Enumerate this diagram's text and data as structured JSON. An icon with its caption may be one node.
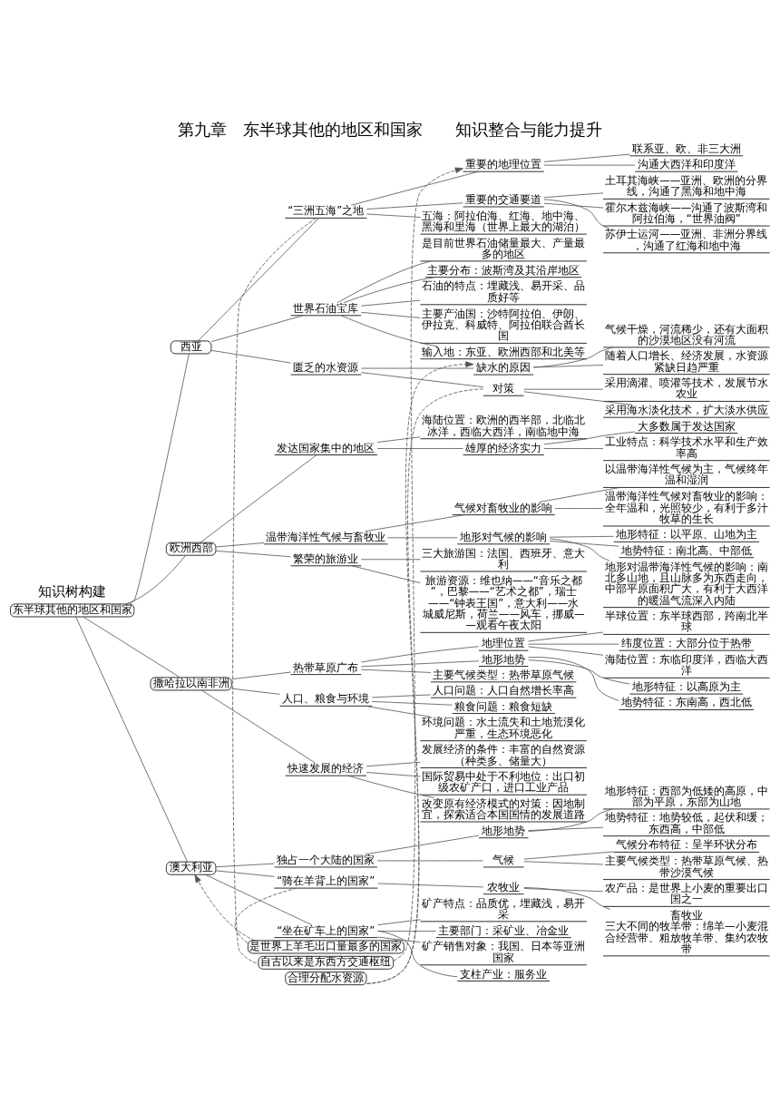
{
  "diagram": {
    "title": "第九章　东半球其他的地区和国家　　知识整合与能力提升",
    "nodes": [
      {
        "text": [
          "东半球其他的地区和国家"
        ]
      },
      {
        "text": [
          "西亚"
        ]
      },
      {
        "text": [
          "“三洲五海”之地"
        ]
      },
      {
        "text": [
          "自古以来是东西方交通枢纽"
        ]
      },
      {
        "text": [
          "重要的地理位置"
        ]
      },
      {
        "text": [
          "联系亚、欧、非三大洲"
        ]
      },
      {
        "text": [
          "沟通大西洋和印度洋"
        ]
      },
      {
        "text": [
          "重要的交通要道"
        ]
      },
      {
        "text": [
          "土耳其海峡——亚洲、欧洲的分界线，沟通了黑海和地中海"
        ]
      },
      {
        "text": [
          "霍尔木兹海峡——沟通了波斯湾和阿拉伯海，“世界油阀”"
        ]
      },
      {
        "text": [
          "苏伊士运河——亚洲、非洲分界线，沟通了红海和地中海"
        ]
      },
      {
        "text": [
          "五海：阿拉伯海、红海、地中海、黑海和里海（世界上最大的湖泊）"
        ]
      },
      {
        "text": [
          "世界石油宝库"
        ]
      },
      {
        "text": [
          "是目前世界石油储量最大、产量最多的地区"
        ]
      },
      {
        "text": [
          "主要分布：波斯湾及其沿岸地区"
        ]
      },
      {
        "text": [
          "石油的特点：埋藏浅、易开采、品质好等"
        ]
      },
      {
        "text": [
          "主要产油国：沙特阿拉伯、伊朗、伊拉克、科威特、阿拉伯联合酋长国"
        ]
      },
      {
        "text": [
          "输入地：东亚、欧洲西部和北美等"
        ]
      },
      {
        "text": [
          "匮乏的水资源"
        ]
      },
      {
        "text": [
          "合理分配水资源"
        ]
      },
      {
        "text": [
          "缺水的原因"
        ]
      },
      {
        "text": [
          "气候干燥，河流稀少，还有大面积的沙漠地区没有河流"
        ]
      },
      {
        "text": [
          "随着人口增长、经济发展，水资源紧缺日趋严重"
        ]
      },
      {
        "text": [
          "对策"
        ]
      },
      {
        "text": [
          "采用滴灌、喷灌等技术，发展节水农业"
        ]
      },
      {
        "text": [
          "采用海水淡化技术，扩大淡水供应"
        ]
      },
      {
        "text": [
          "欧洲西部"
        ]
      },
      {
        "text": [
          "发达国家集中的地区"
        ]
      },
      {
        "text": [
          "海陆位置：欧洲的西半部，北临北冰洋，西临大西洋，南临地中海"
        ]
      },
      {
        "text": [
          "雄厚的经济实力"
        ]
      },
      {
        "text": [
          "大多数属于发达国家"
        ]
      },
      {
        "text": [
          "工业特点：科学技术水平和生产效率高"
        ]
      },
      {
        "text": [
          "温带海洋性气候与畜牧业"
        ]
      },
      {
        "text": [
          "气候对畜牧业的影响"
        ]
      },
      {
        "text": [
          "以温带海洋性气候为主，气候终年温和湿润"
        ]
      },
      {
        "text": [
          "温带海洋性气候对畜牧业的影响：全年温和，光照较少，有利于多汁牧草的生长"
        ]
      },
      {
        "text": [
          "地形对气候的影响"
        ]
      },
      {
        "text": [
          "地形特征：以平原、山地为主"
        ]
      },
      {
        "text": [
          "地势特征：南北高、中部低"
        ]
      },
      {
        "text": [
          "地形对温带海洋性气候的影响：南北多山地，且山脉多为东西走向，中部平原面积广大，有利于大西洋的暖温气流深入内陆"
        ]
      },
      {
        "text": [
          "繁荣的旅游业"
        ]
      },
      {
        "text": [
          "三大旅游国：法国、西班牙、意大利"
        ]
      },
      {
        "text": [
          "旅游资源：维也纳——“音乐之都”，巴黎——“艺术之都”，瑞士——“钟表王国”，意大利——水城威尼斯，荷兰——风车，挪威——观看午夜太阳"
        ]
      },
      {
        "text": [
          "撒哈拉以南非洲"
        ]
      },
      {
        "text": [
          "热带草原广布"
        ]
      },
      {
        "text": [
          "地理位置"
        ]
      },
      {
        "text": [
          "半球位置：东半球西部，跨南北半球"
        ]
      },
      {
        "text": [
          "纬度位置：大部分位于热带"
        ]
      },
      {
        "text": [
          "海陆位置：东临印度洋，西临大西洋"
        ]
      },
      {
        "text": [
          "地形地势"
        ]
      },
      {
        "text": [
          "地形特征：以高原为主"
        ]
      },
      {
        "text": [
          "地势特征：东南高，西北低"
        ]
      },
      {
        "text": [
          "主要气候类型：热带草原气候"
        ]
      },
      {
        "text": [
          "人口、粮食与环境"
        ]
      },
      {
        "text": [
          "人口问题：人口自然增长率高"
        ]
      },
      {
        "text": [
          "粮食问题：粮食短缺"
        ]
      },
      {
        "text": [
          "环境问题：水土流失和土地荒漠化严重，生态环境恶化"
        ]
      },
      {
        "text": [
          "快速发展的经济"
        ]
      },
      {
        "text": [
          "发展经济的条件：丰富的自然资源（种类多、储量大）"
        ]
      },
      {
        "text": [
          "国际贸易中处于不利地位：出口初级农矿产口，进口工业产品"
        ]
      },
      {
        "text": [
          "改变原有经济模式的对策：因地制宜，探索适合本国国情的发展道路"
        ]
      },
      {
        "text": [
          "澳大利亚"
        ]
      },
      {
        "text": [
          "独占一个大陆的国家"
        ]
      },
      {
        "text": [
          "地形地势"
        ]
      },
      {
        "text": [
          "地形特征：西部为低矮的高原，中部为平原，东部为山地"
        ]
      },
      {
        "text": [
          "地势特征：地势较低，起伏和缓；东西高，中部低"
        ]
      },
      {
        "text": [
          "气候"
        ]
      },
      {
        "text": [
          "气候分布特征：呈半环状分布"
        ]
      },
      {
        "text": [
          "主要气候类型：热带草原气候、热带沙漠气候"
        ]
      },
      {
        "text": [
          "“骑在羊背上的国家”"
        ]
      },
      {
        "text": [
          "是世界上羊毛出口量最多的国家"
        ]
      },
      {
        "text": [
          "农牧业"
        ]
      },
      {
        "text": [
          "农产品：是世界上小麦的重要出口国之一"
        ]
      },
      {
        "text": [
          "畜牧业",
          "三大不同的牧羊带：绵羊—小麦混合经营带、粗放牧羊带、集约农牧带"
        ]
      },
      {
        "text": [
          "“坐在矿车上的国家”"
        ]
      },
      {
        "text": [
          "矿产特点：品质优，埋藏浅，易开采"
        ]
      },
      {
        "text": [
          "主要部门：采矿业、冶金业"
        ]
      },
      {
        "text": [
          "矿产销售对象：我国、日本等亚洲国家"
        ]
      },
      {
        "text": [
          "支柱产业：服务业"
        ]
      }
    ],
    "edges": [
      {
        "from": 0,
        "to": 1,
        "arrow": "none"
      },
      {
        "from": 1,
        "to": 2,
        "arrow": "none"
      },
      {
        "from": 2,
        "to": 3,
        "arrow": "none",
        "style": "dashed"
      },
      {
        "from": 3,
        "to": 4,
        "arrow": "to",
        "style": "dashed"
      },
      {
        "from": 2,
        "to": 4,
        "arrow": "none"
      },
      {
        "from": 4,
        "to": 5,
        "arrow": "none"
      },
      {
        "from": 4,
        "to": 6,
        "arrow": "none"
      },
      {
        "from": 2,
        "to": 7,
        "arrow": "none"
      },
      {
        "from": 7,
        "to": 8,
        "arrow": "none"
      },
      {
        "from": 7,
        "to": 9,
        "arrow": "none"
      },
      {
        "from": 7,
        "to": 10,
        "arrow": "none"
      },
      {
        "from": 2,
        "to": 11,
        "arrow": "none"
      },
      {
        "from": 1,
        "to": 12,
        "arrow": "none"
      },
      {
        "from": 12,
        "to": 13,
        "arrow": "none"
      },
      {
        "from": 12,
        "to": 14,
        "arrow": "none"
      },
      {
        "from": 12,
        "to": 15,
        "arrow": "none"
      },
      {
        "from": 12,
        "to": 16,
        "arrow": "none"
      },
      {
        "from": 12,
        "to": 17,
        "arrow": "none"
      },
      {
        "from": 1,
        "to": 18,
        "arrow": "none"
      },
      {
        "from": 19,
        "to": 20,
        "arrow": "to",
        "style": "dashed"
      },
      {
        "from": 18,
        "to": 20,
        "arrow": "none"
      },
      {
        "from": 20,
        "to": 21,
        "arrow": "none"
      },
      {
        "from": 20,
        "to": 22,
        "arrow": "none"
      },
      {
        "from": 18,
        "to": 23,
        "arrow": "none"
      },
      {
        "from": 23,
        "to": 19,
        "arrow": "none",
        "style": "dashed"
      },
      {
        "from": 23,
        "to": 24,
        "arrow": "none"
      },
      {
        "from": 23,
        "to": 25,
        "arrow": "none"
      },
      {
        "from": 0,
        "to": 26,
        "arrow": "none"
      },
      {
        "from": 26,
        "to": 27,
        "arrow": "none"
      },
      {
        "from": 27,
        "to": 28,
        "arrow": "none"
      },
      {
        "from": 27,
        "to": 29,
        "arrow": "none"
      },
      {
        "from": 29,
        "to": 30,
        "arrow": "none"
      },
      {
        "from": 29,
        "to": 31,
        "arrow": "none"
      },
      {
        "from": 26,
        "to": 32,
        "arrow": "none"
      },
      {
        "from": 32,
        "to": 33,
        "arrow": "none"
      },
      {
        "from": 33,
        "to": 34,
        "arrow": "none"
      },
      {
        "from": 33,
        "to": 35,
        "arrow": "none"
      },
      {
        "from": 32,
        "to": 36,
        "arrow": "none"
      },
      {
        "from": 36,
        "to": 37,
        "arrow": "none"
      },
      {
        "from": 36,
        "to": 38,
        "arrow": "none"
      },
      {
        "from": 36,
        "to": 39,
        "arrow": "none"
      },
      {
        "from": 26,
        "to": 40,
        "arrow": "none"
      },
      {
        "from": 40,
        "to": 41,
        "arrow": "none"
      },
      {
        "from": 40,
        "to": 42,
        "arrow": "none"
      },
      {
        "from": 0,
        "to": 43,
        "arrow": "none"
      },
      {
        "from": 43,
        "to": 44,
        "arrow": "none"
      },
      {
        "from": 44,
        "to": 45,
        "arrow": "none"
      },
      {
        "from": 45,
        "to": 46,
        "arrow": "none"
      },
      {
        "from": 45,
        "to": 47,
        "arrow": "none"
      },
      {
        "from": 45,
        "to": 48,
        "arrow": "none"
      },
      {
        "from": 44,
        "to": 49,
        "arrow": "none"
      },
      {
        "from": 49,
        "to": 50,
        "arrow": "none"
      },
      {
        "from": 49,
        "to": 51,
        "arrow": "none"
      },
      {
        "from": 44,
        "to": 52,
        "arrow": "none"
      },
      {
        "from": 43,
        "to": 53,
        "arrow": "none"
      },
      {
        "from": 53,
        "to": 54,
        "arrow": "none"
      },
      {
        "from": 53,
        "to": 55,
        "arrow": "none"
      },
      {
        "from": 53,
        "to": 56,
        "arrow": "none"
      },
      {
        "from": 43,
        "to": 57,
        "arrow": "none"
      },
      {
        "from": 57,
        "to": 58,
        "arrow": "none"
      },
      {
        "from": 57,
        "to": 59,
        "arrow": "none"
      },
      {
        "from": 57,
        "to": 60,
        "arrow": "none"
      },
      {
        "from": 0,
        "to": 61,
        "arrow": "none"
      },
      {
        "from": 61,
        "to": 62,
        "arrow": "none"
      },
      {
        "from": 62,
        "to": 63,
        "arrow": "none"
      },
      {
        "from": 63,
        "to": 64,
        "arrow": "none"
      },
      {
        "from": 63,
        "to": 65,
        "arrow": "none"
      },
      {
        "from": 62,
        "to": 66,
        "arrow": "none"
      },
      {
        "from": 66,
        "to": 67,
        "arrow": "none"
      },
      {
        "from": 66,
        "to": 68,
        "arrow": "none"
      },
      {
        "from": 61,
        "to": 69,
        "arrow": "none"
      },
      {
        "from": 69,
        "to": 70,
        "arrow": "none",
        "style": "dashed"
      },
      {
        "from": 70,
        "to": 61,
        "arrow": "to",
        "style": "dashed"
      },
      {
        "from": 69,
        "to": 71,
        "arrow": "none"
      },
      {
        "from": 71,
        "to": 72,
        "arrow": "none"
      },
      {
        "from": 71,
        "to": 73,
        "arrow": "none"
      },
      {
        "from": 61,
        "to": 74,
        "arrow": "none"
      },
      {
        "from": 74,
        "to": 75,
        "arrow": "none"
      },
      {
        "from": 74,
        "to": 76,
        "arrow": "none"
      },
      {
        "from": 74,
        "to": 77,
        "arrow": "none"
      },
      {
        "from": 74,
        "to": 78,
        "arrow": "none"
      }
    ],
    "labels": [
      "知识树构建"
    ]
  }
}
